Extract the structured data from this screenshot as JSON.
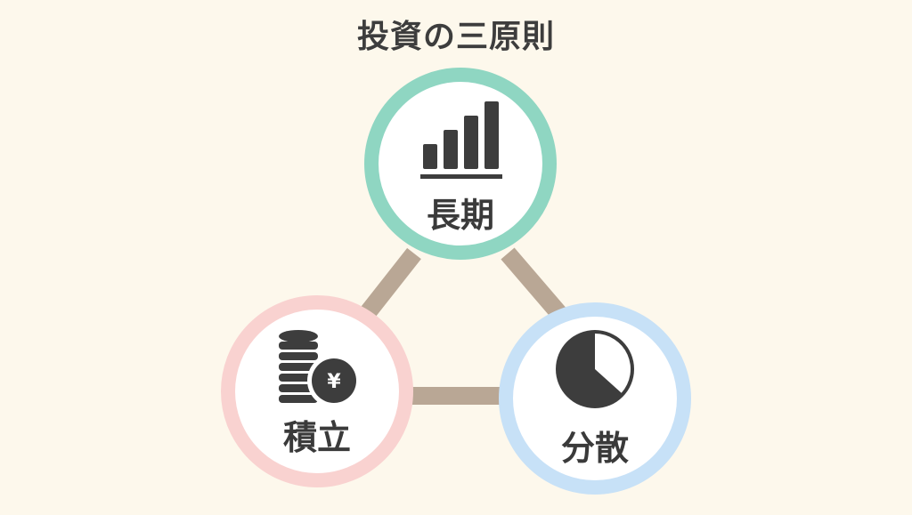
{
  "title": "投資の三原則",
  "nodes": {
    "long_term": {
      "label": "長期",
      "icon": "bar-chart-icon",
      "ring_color": "#8fd6c2"
    },
    "diversify": {
      "label": "分散",
      "icon": "pie-chart-icon",
      "ring_color": "#c7e1f7"
    },
    "accumulate": {
      "label": "積立",
      "icon": "yen-coins-icon",
      "ring_color": "#f9d2d0",
      "icon_symbol": "¥"
    }
  },
  "colors": {
    "background": "#fdf8ec",
    "connector": "#b9a795",
    "icon": "#3d3d3d",
    "circle_fill": "#ffffff"
  }
}
